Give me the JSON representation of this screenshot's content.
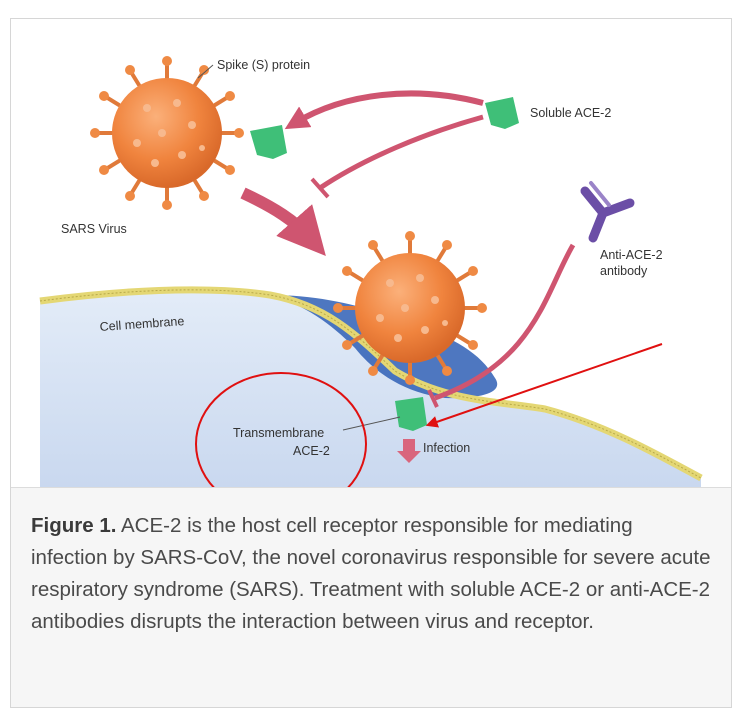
{
  "labels": {
    "spike": "Spike (S) protein",
    "soluble": "Soluble ACE-2",
    "sars_virus": "SARS Virus",
    "anti_ace2_line1": "Anti-ACE-2",
    "anti_ace2_line2": "antibody",
    "cell_membrane": "Cell membrane",
    "transmembrane_line1": "Transmembrane",
    "transmembrane_line2": "ACE-2",
    "infection": "Infection"
  },
  "caption": {
    "bold": "Figure 1.",
    "text": " ACE-2 is the host cell receptor responsible for mediating infection by SARS-CoV, the novel coronavirus responsible for severe acute respiratory syndrome (SARS). Treatment with soluble ACE-2 or anti-ACE-2 antibodies disrupts the interaction between virus and receptor."
  },
  "colors": {
    "virus": "#f0843e",
    "ace2": "#3fbf78",
    "arrow": "#cf5570",
    "antibody": "#6b4ea6",
    "cell": "#dbe6f6",
    "membrane": "#e4d774",
    "annotation": "#e01010"
  }
}
